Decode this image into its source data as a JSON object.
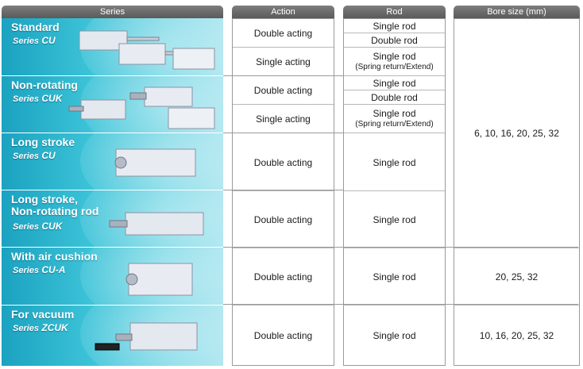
{
  "headers": {
    "series": "Series",
    "action": "Action",
    "rod": "Rod",
    "bore": "Bore size (mm)"
  },
  "series": [
    {
      "title": "Standard",
      "title2": "",
      "prefix": "Series",
      "code": "CU"
    },
    {
      "title": "Non-rotating",
      "title2": "",
      "prefix": "Series",
      "code": "CUK"
    },
    {
      "title": "Long stroke",
      "title2": "",
      "prefix": "Series",
      "code": "CU"
    },
    {
      "title": "Long stroke,",
      "title2": "Non-rotating rod",
      "prefix": "Series",
      "code": "CUK"
    },
    {
      "title": "With air cushion",
      "title2": "",
      "prefix": "Series",
      "code": "CU-A"
    },
    {
      "title": "For vacuum",
      "title2": "",
      "prefix": "Series",
      "code": "ZCUK"
    }
  ],
  "action": [
    "Double acting",
    "Single acting",
    "Double acting",
    "Single acting",
    "Double acting",
    "Double acting",
    "Double acting",
    "Double acting"
  ],
  "rod": {
    "single": "Single rod",
    "double": "Double rod",
    "spring": "(Spring return/Extend)"
  },
  "bore": [
    "6, 10, 16, 20, 25, 32",
    "20, 25, 32",
    "10, 16, 20, 25, 32"
  ],
  "colors": {
    "header": "#6b6b6b",
    "panel": "#2fb6d0",
    "grid": "#9a9a9a"
  }
}
